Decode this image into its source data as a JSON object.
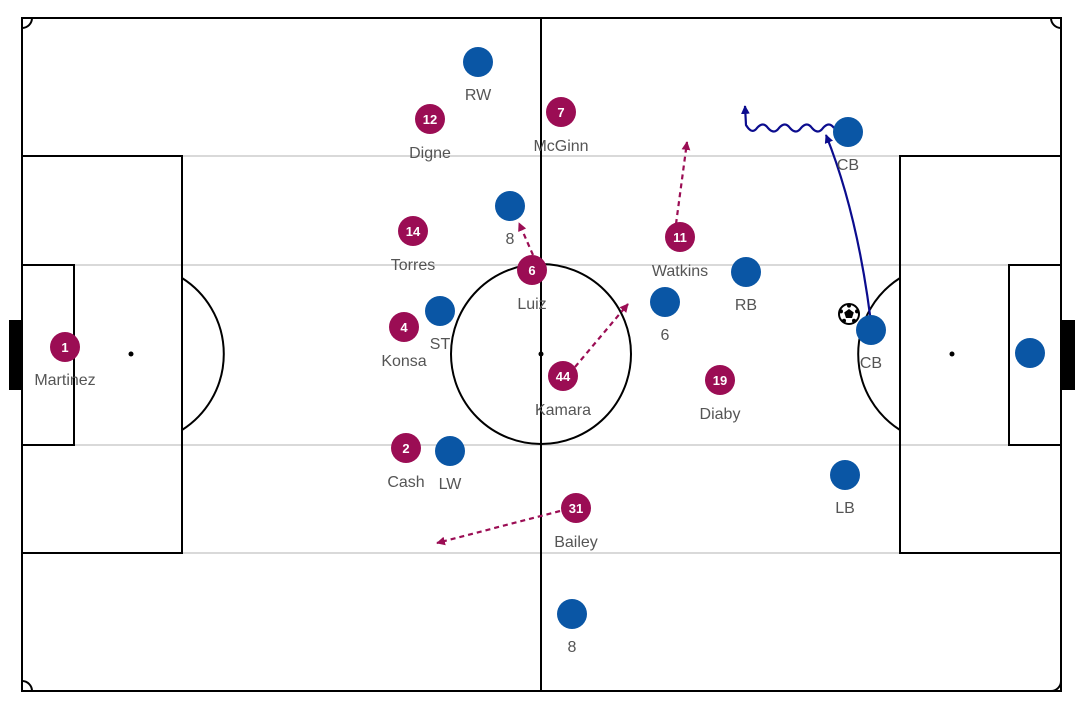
{
  "colors": {
    "home": "#9b0d54",
    "away": "#0a56a5",
    "away_arrow": "#0b0c8e",
    "lines": "#000000",
    "channels": "#d9d9d9",
    "label": "#555555"
  },
  "ball": {
    "icon": "soccer-ball-icon"
  },
  "home_team": [
    {
      "number": "1",
      "name": "Martinez"
    },
    {
      "number": "12",
      "name": "Digne"
    },
    {
      "number": "14",
      "name": "Torres"
    },
    {
      "number": "4",
      "name": "Konsa"
    },
    {
      "number": "2",
      "name": "Cash"
    },
    {
      "number": "7",
      "name": "McGinn"
    },
    {
      "number": "6",
      "name": "Luiz"
    },
    {
      "number": "44",
      "name": "Kamara"
    },
    {
      "number": "31",
      "name": "Bailey"
    },
    {
      "number": "11",
      "name": "Watkins"
    },
    {
      "number": "19",
      "name": "Diaby"
    }
  ],
  "away_team": [
    {
      "label": "RW"
    },
    {
      "label": "8"
    },
    {
      "label": "ST"
    },
    {
      "label": "LW"
    },
    {
      "label": "8"
    },
    {
      "label": "6"
    },
    {
      "label": "RB"
    },
    {
      "label": "CB"
    },
    {
      "label": "CB"
    },
    {
      "label": "LB"
    },
    {
      "label": ""
    }
  ]
}
